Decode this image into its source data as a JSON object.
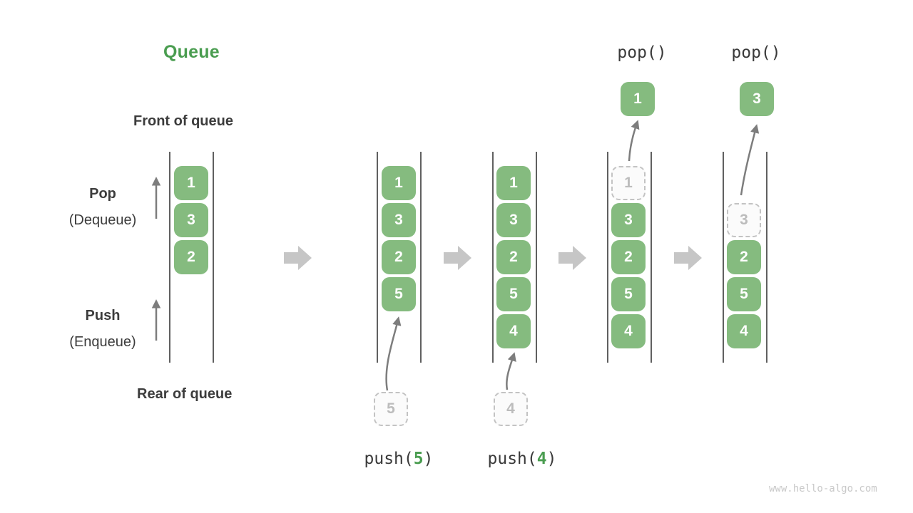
{
  "title": "Queue",
  "labels": {
    "front_of_queue": "Front of queue",
    "rear_of_queue": "Rear of queue",
    "pop": "Pop",
    "pop_sub": "(Dequeue)",
    "push": "Push",
    "push_sub": "(Enqueue)"
  },
  "operations": {
    "pop_labels": [
      "pop()",
      "pop()"
    ],
    "popped_values": [
      "1",
      "3"
    ],
    "push5": {
      "fn": "push(",
      "arg": "5",
      "close": ")"
    },
    "push4": {
      "fn": "push(",
      "arg": "4",
      "close": ")"
    },
    "pending_values": [
      "5",
      "4"
    ]
  },
  "queues": [
    {
      "items": [
        "1",
        "3",
        "2"
      ]
    },
    {
      "items": [
        "1",
        "3",
        "2",
        "5"
      ]
    },
    {
      "items": [
        "1",
        "3",
        "2",
        "5",
        "4"
      ]
    },
    {
      "ghost": "1",
      "items": [
        "3",
        "2",
        "5",
        "4"
      ]
    },
    {
      "ghost": "3",
      "items": [
        "2",
        "5",
        "4"
      ]
    }
  ],
  "colors": {
    "accent_green": "#4a9d50",
    "box_green": "#85bb7f",
    "dark_text": "#3c3c3c",
    "block_arrow_gray": "#c6c6c6",
    "line_gray": "#606060",
    "ghost_gray": "#bcbcbc"
  },
  "watermark": "www.hello-algo.com"
}
